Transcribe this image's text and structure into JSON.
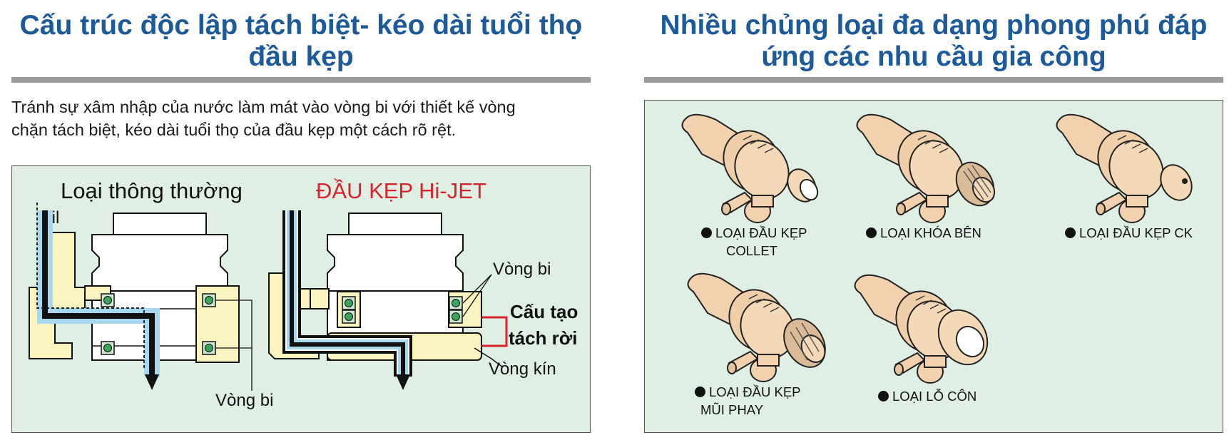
{
  "left": {
    "heading": [
      "Cấu trúc độc lập tách biệt- kéo dài tuổi thọ",
      "đầu kẹp"
    ],
    "intro": [
      "Tránh sự xâm nhập của nước làm mát vào vòng bi với thiết kế vòng",
      "chặn tách biệt, kéo dài tuổi thọ của đầu kẹp một cách rõ rệt."
    ],
    "diagram": {
      "conventional_title": "Loại thông thường",
      "hijet_title": "ĐẦU KẸP Hi-JET",
      "oil_label": "Oil",
      "bearing_label_bottom": "Vòng bi",
      "bearing_label_right": "Vòng bi",
      "separated_structure": [
        "Cấu tạo",
        "tách rời"
      ],
      "seal_ring_label": "Vòng kín"
    }
  },
  "right": {
    "heading": [
      "Nhiều chủng loại đa dạng phong phú đáp",
      "ứng các nhu cầu gia công"
    ],
    "products": [
      {
        "label": [
          "LOẠI ĐẦU KẸP",
          "COLLET"
        ],
        "nose": "collet"
      },
      {
        "label": [
          "LOẠI KHÓA BÊN"
        ],
        "nose": "knurled"
      },
      {
        "label": [
          "LOẠI ĐẦU KẸP CK"
        ],
        "nose": "ck"
      },
      {
        "label": [
          "LOẠI ĐẦU KẸP",
          "MŨI PHAY"
        ],
        "nose": "milling"
      },
      {
        "label": [
          "LOẠI LỖ CÔN"
        ],
        "nose": "taper"
      }
    ]
  },
  "colors": {
    "heading": "#1d5a99",
    "rule": "#9a9a9a",
    "panel_bg": "#e0efe3",
    "highlight_red": "#d9232e",
    "housing_yellow": "#fbf3c0",
    "coolant_blue": "#a7d8f0",
    "bearing_green": "#3aa35c",
    "holder_tan": "#f2d2ae"
  }
}
